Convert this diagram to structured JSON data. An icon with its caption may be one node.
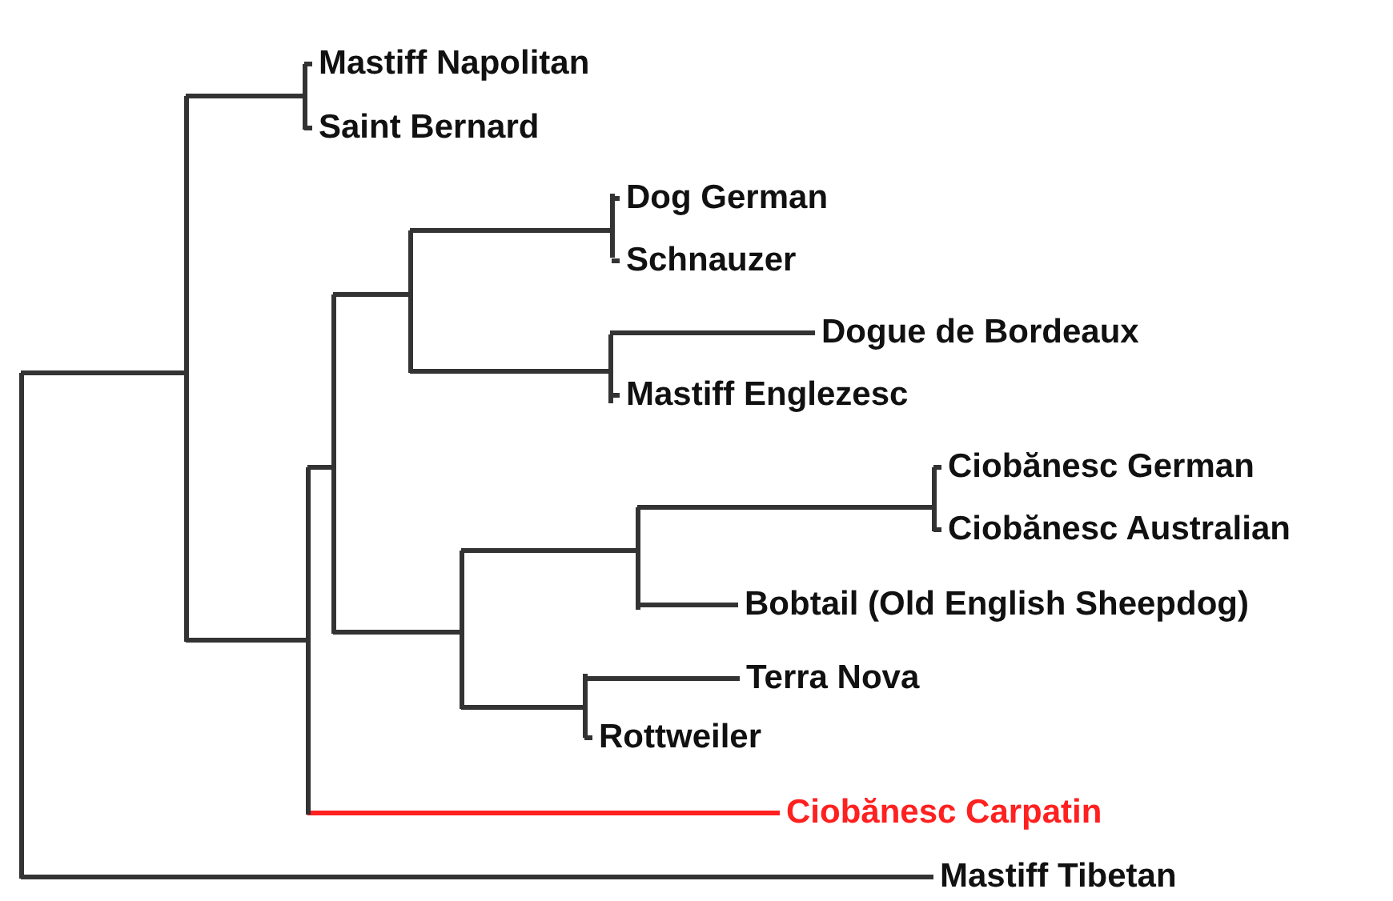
{
  "diagram": {
    "nodes": [
      {
        "text": [],
        "shape": "bar"
      },
      {
        "text": [],
        "shape": "bar"
      },
      {
        "text": [],
        "shape": "bar"
      },
      {
        "text": [
          "Mastiff Napolitan"
        ]
      },
      {
        "text": [
          "Saint Bernard"
        ]
      },
      {
        "text": [],
        "shape": "bar"
      },
      {
        "text": [],
        "shape": "bar"
      },
      {
        "text": [],
        "shape": "bar"
      },
      {
        "text": [],
        "shape": "bar"
      },
      {
        "text": [
          "Dog German"
        ]
      },
      {
        "text": [
          "Schnauzer"
        ]
      },
      {
        "text": [],
        "shape": "bar"
      },
      {
        "text": [
          "Dogue de Bordeaux"
        ]
      },
      {
        "text": [
          "Mastiff Englezesc"
        ]
      },
      {
        "text": [],
        "shape": "bar"
      },
      {
        "text": [],
        "shape": "bar"
      },
      {
        "text": [],
        "shape": "bar"
      },
      {
        "text": [
          "Ciobănesc German"
        ]
      },
      {
        "text": [
          "Ciobănesc Australian"
        ]
      },
      {
        "text": [
          "Bobtail (Old English Sheepdog)"
        ]
      },
      {
        "text": [],
        "shape": "bar"
      },
      {
        "text": [
          "Terra Nova"
        ]
      },
      {
        "text": [
          "Rottweiler"
        ]
      },
      {
        "text": [
          "Ciobănesc Carpatin"
        ]
      },
      {
        "text": [
          "Mastiff Tibetan"
        ]
      }
    ],
    "edges": [
      {
        "from": 0,
        "to": 1,
        "arrow": "none"
      },
      {
        "from": 0,
        "to": 24,
        "arrow": "none"
      },
      {
        "from": 1,
        "to": 2,
        "arrow": "none"
      },
      {
        "from": 1,
        "to": 5,
        "arrow": "none"
      },
      {
        "from": 2,
        "to": 3,
        "arrow": "none"
      },
      {
        "from": 2,
        "to": 4,
        "arrow": "none"
      },
      {
        "from": 5,
        "to": 6,
        "arrow": "none"
      },
      {
        "from": 5,
        "to": 23,
        "arrow": "none",
        "color": "#ff2020"
      },
      {
        "from": 6,
        "to": 7,
        "arrow": "none"
      },
      {
        "from": 6,
        "to": 14,
        "arrow": "none"
      },
      {
        "from": 7,
        "to": 8,
        "arrow": "none"
      },
      {
        "from": 7,
        "to": 11,
        "arrow": "none"
      },
      {
        "from": 8,
        "to": 9,
        "arrow": "none"
      },
      {
        "from": 8,
        "to": 10,
        "arrow": "none"
      },
      {
        "from": 11,
        "to": 12,
        "arrow": "none"
      },
      {
        "from": 11,
        "to": 13,
        "arrow": "none"
      },
      {
        "from": 14,
        "to": 15,
        "arrow": "none"
      },
      {
        "from": 14,
        "to": 20,
        "arrow": "none"
      },
      {
        "from": 15,
        "to": 16,
        "arrow": "none"
      },
      {
        "from": 15,
        "to": 19,
        "arrow": "none"
      },
      {
        "from": 16,
        "to": 17,
        "arrow": "none"
      },
      {
        "from": 16,
        "to": 18,
        "arrow": "none"
      },
      {
        "from": 20,
        "to": 21,
        "arrow": "none"
      },
      {
        "from": 20,
        "to": 22,
        "arrow": "none"
      }
    ]
  }
}
